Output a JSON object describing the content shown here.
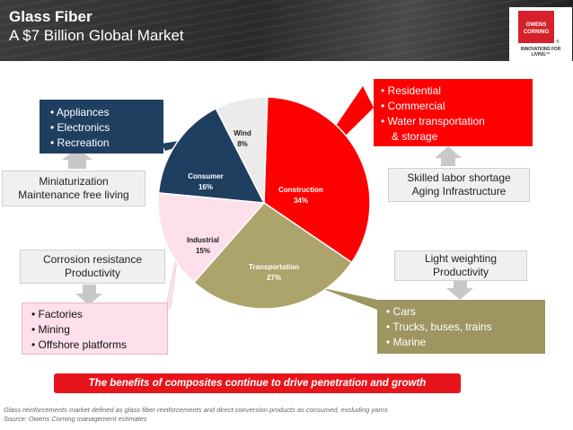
{
  "header": {
    "title_line1": "Glass Fiber",
    "title_line2": "A $7 Billion Global Market",
    "logo_text_line1": "OWENS",
    "logo_text_line2": "CORNING",
    "logo_trademark": "®",
    "logo_tagline": "INNOVATIONS FOR LIVING™"
  },
  "chart_data": {
    "type": "pie",
    "slices": [
      {
        "label": "Construction",
        "value": 34,
        "value_label": "34%",
        "color": "#ff0000"
      },
      {
        "label": "Transportation",
        "value": 27,
        "value_label": "27%",
        "color": "#aca46a"
      },
      {
        "label": "Industrial",
        "value": 15,
        "value_label": "15%",
        "color": "#fde0ec"
      },
      {
        "label": "Consumer",
        "value": 16,
        "value_label": "16%",
        "color": "#1f3f60"
      },
      {
        "label": "Wind",
        "value": 8,
        "value_label": "8%",
        "color": "#ebebeb"
      }
    ]
  },
  "callouts": {
    "consumer": [
      "• Appliances",
      "• Electronics",
      "• Recreation"
    ],
    "construction": [
      "• Residential",
      "• Commercial",
      "• Water transportation",
      "& storage"
    ],
    "industrial": [
      "• Factories",
      "• Mining",
      "• Offshore platforms"
    ],
    "transportation": [
      "• Cars",
      "• Trucks, buses, trains",
      "• Marine"
    ]
  },
  "drivers": {
    "consumer": [
      "Miniaturization",
      "Maintenance free living"
    ],
    "construction": [
      "Skilled  labor shortage",
      "Aging Infrastructure"
    ],
    "industrial": [
      "Corrosion resistance",
      "Productivity"
    ],
    "transportation": [
      "Light weighting",
      "Productivity"
    ]
  },
  "banner": "The benefits of composites continue to drive penetration and growth",
  "footnotes": {
    "line1": "Glass reinforcements market defined as glass fiber reinforcements and direct conversion products as consumed, excluding yarns",
    "line2": "Source: Owens Corning management estimates"
  },
  "colors": {
    "consumer_box": "#1f3f60",
    "construction_box": "#ff0000",
    "industrial_box": "#fde0ec",
    "transportation_box": "#9e9661",
    "banner": "#e8141b"
  }
}
